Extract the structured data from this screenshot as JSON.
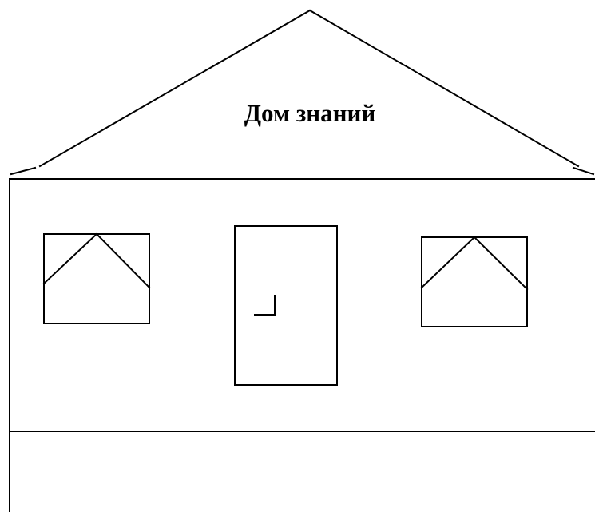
{
  "title": "Дом знаний",
  "colors": {
    "stroke": "#000000",
    "background": "#ffffff"
  },
  "parts": {
    "roof": "triangular-roof",
    "wall": "house-wall",
    "windows": [
      "left-window",
      "right-window"
    ],
    "door": "door-with-handle",
    "base": "foundation-line"
  }
}
